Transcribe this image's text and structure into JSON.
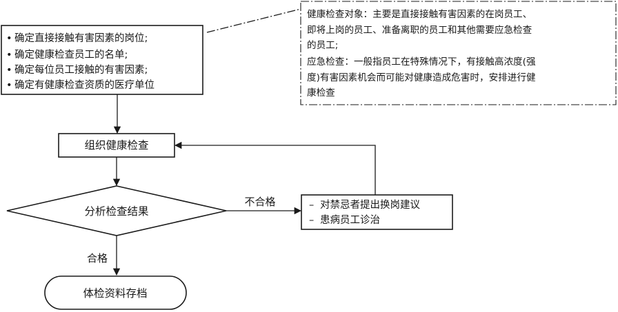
{
  "requirements_box": {
    "items": [
      "确定直接接触有害因素的岗位;",
      "确定健康检查员工的名单;",
      "确定每位员工接触的有害因素;",
      "确定有健康检查资质的医疗单位"
    ],
    "bullet": "•"
  },
  "note_box": {
    "lines": [
      "健康检查对象：主要是直接接触有害因素的在岗员工、",
      "即将上岗的员工、准备离职的员工和其他需要应急检查",
      "的员工;",
      "应急检查：一般指员工在特殊情况下，有接触高浓度(强",
      "度)有害因素机会而可能对健康造成危害时，安排进行健",
      "康检查"
    ]
  },
  "organize_box": {
    "label": "组织健康检查"
  },
  "decision": {
    "label": "分析检查结果"
  },
  "edges": {
    "fail_label": "不合格",
    "pass_label": "合格"
  },
  "action_box": {
    "items": [
      "对禁忌者提出换岗建议",
      "患病员工诊治"
    ],
    "bullet": "–"
  },
  "archive_box": {
    "label": "体检资料存档"
  }
}
